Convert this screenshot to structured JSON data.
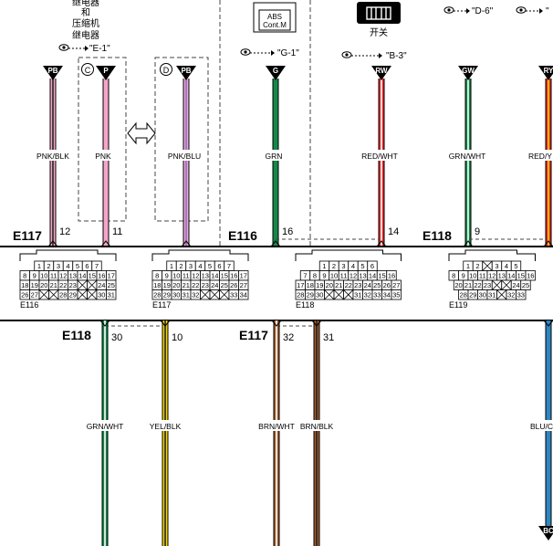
{
  "relay_label": [
    "继电器",
    "和",
    "压缩机",
    "继电器"
  ],
  "switch_label": "开关",
  "refs": {
    "e1": "\"E-1\"",
    "g1": "\"G-1\"",
    "b3": "\"B-3\"",
    "d6": "\"D-6\"",
    "cut": "\""
  },
  "abs_module": {
    "line1": "ABS",
    "line2": "Cont.M"
  },
  "option_marks": {
    "c": "C",
    "d": "D"
  },
  "upper_wires": [
    {
      "id": "pb-left",
      "badge": "PB",
      "color_label": "PNK/BLK",
      "pin": "12",
      "connector": "E117",
      "colors": [
        "#f4a6c8",
        "#222222"
      ]
    },
    {
      "id": "p",
      "badge": "P",
      "color_label": "PNK",
      "pin": "11",
      "connector": "",
      "colors": [
        "#f4a6c8"
      ]
    },
    {
      "id": "pb-right",
      "badge": "PB",
      "color_label": "PNK/BLU",
      "pin": "",
      "connector": "",
      "colors": [
        "#f4a6c8",
        "#7b6fd6"
      ]
    },
    {
      "id": "g",
      "badge": "G",
      "color_label": "GRN",
      "pin": "16",
      "connector": "E116",
      "colors": [
        "#14884a"
      ]
    },
    {
      "id": "rw",
      "badge": "RW",
      "color_label": "RED/WHT",
      "pin": "14",
      "connector": "",
      "colors": [
        "#e32b2b",
        "#ffffff"
      ]
    },
    {
      "id": "gw",
      "badge": "GW",
      "color_label": "GRN/WHT",
      "pin": "9",
      "connector": "E118",
      "colors": [
        "#14884a",
        "#ffffff"
      ]
    },
    {
      "id": "ry",
      "badge": "RY",
      "color_label": "RED/Y",
      "pin": "",
      "connector": "",
      "colors": [
        "#e32b2b",
        "#f5d300"
      ]
    }
  ],
  "lower_wires": [
    {
      "id": "grn-wht",
      "color_label": "GRN/WHT",
      "pin": "30",
      "connector": "E118",
      "colors": [
        "#14884a",
        "#ffffff"
      ]
    },
    {
      "id": "yel-blk",
      "color_label": "YEL/BLK",
      "pin": "10",
      "connector": "",
      "colors": [
        "#f5d300",
        "#222222"
      ]
    },
    {
      "id": "brn-wht",
      "color_label": "BRN/WHT",
      "pin": "32",
      "connector": "E117",
      "colors": [
        "#a05a2c",
        "#ffffff"
      ]
    },
    {
      "id": "brn-blk",
      "color_label": "BRN/BLK",
      "pin": "31",
      "connector": "",
      "colors": [
        "#a05a2c",
        "#222222"
      ]
    },
    {
      "id": "blu",
      "color_label": "BLU/C",
      "pin": "",
      "connector": "",
      "end_badge": "BC",
      "colors": [
        "#2e86c1"
      ]
    }
  ],
  "connectors": [
    {
      "name": "E116",
      "rows": [
        [
          "1",
          "2",
          "3",
          "4",
          "5",
          "6",
          "7"
        ],
        [
          "8",
          "9",
          "10",
          "11",
          "12",
          "13",
          "14",
          "15",
          "16",
          "17"
        ],
        [
          "18",
          "19",
          "20",
          "21",
          "22",
          "23",
          "",
          "",
          "24",
          "25"
        ],
        [
          "26",
          "27",
          "",
          "",
          "28",
          "29",
          "",
          "",
          "30",
          "31"
        ]
      ]
    },
    {
      "name": "E117",
      "rows": [
        [
          "1",
          "2",
          "3",
          "4",
          "5",
          "6",
          "7"
        ],
        [
          "8",
          "9",
          "10",
          "11",
          "12",
          "13",
          "14",
          "15",
          "16",
          "17"
        ],
        [
          "18",
          "19",
          "20",
          "21",
          "22",
          "23",
          "24",
          "25",
          "26",
          "27"
        ],
        [
          "28",
          "29",
          "30",
          "31",
          "32",
          "",
          "",
          "",
          "33",
          "34"
        ]
      ]
    },
    {
      "name": "E118",
      "rows": [
        [
          "1",
          "2",
          "3",
          "4",
          "5",
          "6"
        ],
        [
          "7",
          "8",
          "9",
          "10",
          "11",
          "12",
          "13",
          "14",
          "15",
          "16"
        ],
        [
          "17",
          "18",
          "19",
          "20",
          "21",
          "22",
          "23",
          "24",
          "25",
          "26",
          "27"
        ],
        [
          "28",
          "29",
          "30",
          "",
          "",
          "",
          "31",
          "32",
          "33",
          "34",
          "35"
        ]
      ]
    },
    {
      "name": "E119",
      "rows": [
        [
          "1",
          "2",
          "",
          "3",
          "4",
          "5"
        ],
        [
          "8",
          "9",
          "10",
          "11",
          "12",
          "13",
          "14",
          "15",
          "16"
        ],
        [
          "20",
          "21",
          "22",
          "23",
          "",
          "",
          "24",
          "25"
        ],
        [
          "28",
          "29",
          "30",
          "31",
          "",
          "32",
          "33"
        ]
      ]
    }
  ],
  "colors": {
    "bus_line": "#000000",
    "dashed_box": "#444444",
    "badge_fill": "#000000",
    "badge_text": "#ffffff"
  }
}
